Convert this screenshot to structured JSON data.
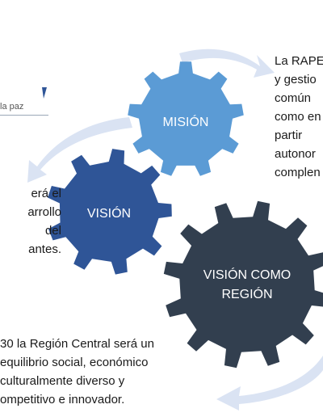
{
  "logo": {
    "fragment": "la paz"
  },
  "gears": {
    "mision": {
      "label": "MISIÓN",
      "color": "#5b9bd5"
    },
    "vision": {
      "label": "VISIÓN",
      "color": "#2f5597"
    },
    "region": {
      "label_line1": "VISIÓN COMO",
      "label_line2": "REGIÓN",
      "color": "#323f4f"
    }
  },
  "arrow_color": "#dae3f3",
  "texts": {
    "mision_lines": [
      "La RAPE",
      "y gestio",
      "común",
      "como en",
      "partir",
      "autonor",
      "complen"
    ],
    "vision_lines": [
      "erá el",
      "arrollo",
      "del",
      "antes."
    ],
    "region_lines": [
      "30 la Región Central será un",
      "equilibrio social, económico",
      "culturalmente diverso y",
      "ompetitivo e innovador."
    ]
  }
}
